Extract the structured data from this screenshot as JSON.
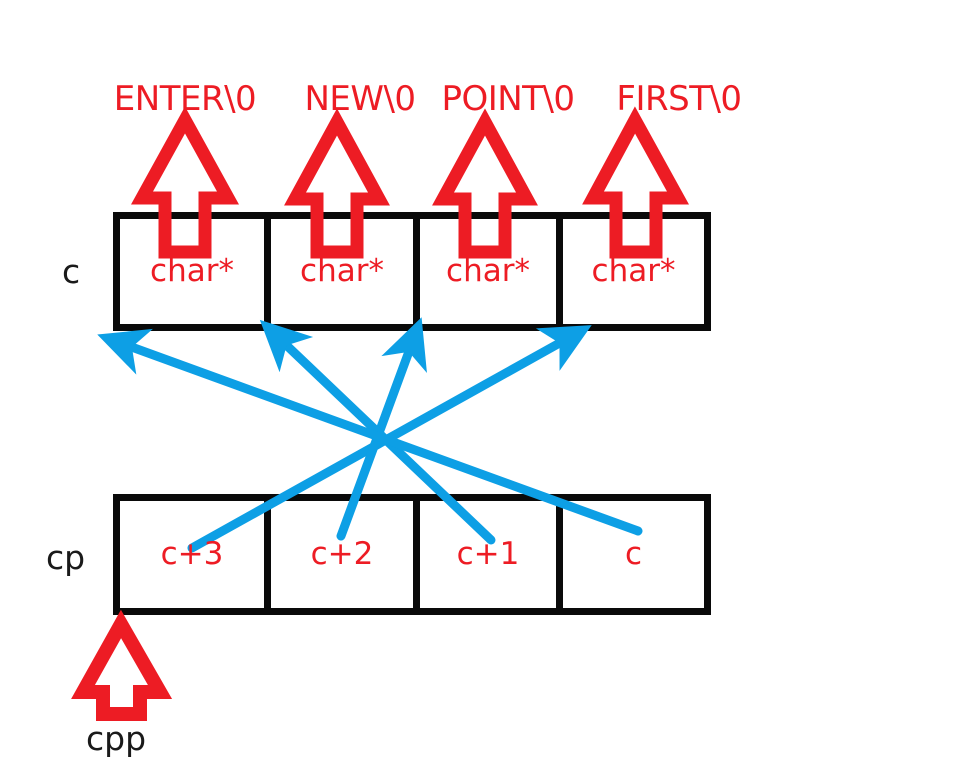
{
  "diagram": {
    "title": "char pointer array and pointer-to-pointer diagram",
    "colors": {
      "red": "#ED1C24",
      "blue": "#0D9FE5",
      "black": "#0A0A0A",
      "background": "#FFFFFF"
    }
  },
  "string_labels": [
    {
      "id": "str-0",
      "text": "ENTER\\0"
    },
    {
      "id": "str-1",
      "text": "NEW\\0"
    },
    {
      "id": "str-2",
      "text": "POINT\\0"
    },
    {
      "id": "str-3",
      "text": "FIRST\\0"
    }
  ],
  "rows": {
    "c": {
      "label": "c",
      "cells": [
        {
          "text": "char*"
        },
        {
          "text": "char*"
        },
        {
          "text": "char*"
        },
        {
          "text": "char*"
        }
      ]
    },
    "cp": {
      "label": "cp",
      "cells": [
        {
          "text": "c+3"
        },
        {
          "text": "c+2"
        },
        {
          "text": "c+1"
        },
        {
          "text": "c"
        }
      ]
    }
  },
  "cpp": {
    "label": "cpp",
    "arrow_name": "cpp-pointer-arrow"
  },
  "arrows": {
    "red_up_arrows": [
      {
        "name": "string-arrow-enter",
        "target_cell": 0
      },
      {
        "name": "string-arrow-new",
        "target_cell": 1
      },
      {
        "name": "string-arrow-point",
        "target_cell": 2
      },
      {
        "name": "string-arrow-first",
        "target_cell": 3
      }
    ],
    "blue_crossing_arrows": [
      {
        "name": "link-cp0-to-c3",
        "from_cell": "cp[0] (c+3)",
        "to_cell": "c[3]"
      },
      {
        "name": "link-cp1-to-c2",
        "from_cell": "cp[1] (c+2)",
        "to_cell": "c[2]"
      },
      {
        "name": "link-cp2-to-c1",
        "from_cell": "cp[2] (c+1)",
        "to_cell": "c[1]"
      },
      {
        "name": "link-cp3-to-c0",
        "from_cell": "cp[3] (c)",
        "to_cell": "c[0]"
      }
    ]
  }
}
